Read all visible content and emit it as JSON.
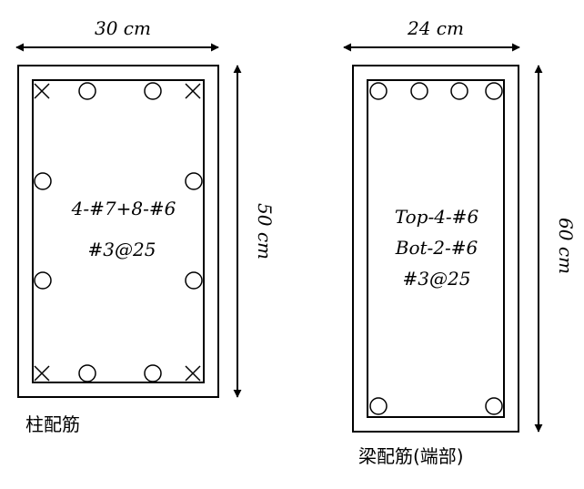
{
  "column": {
    "width_label": "30 cm",
    "height_label": "50 cm",
    "rebar_label": "4-#7+8-#6",
    "stirrup_label": "#3@25",
    "caption": "柱配筋"
  },
  "beam": {
    "width_label": "24 cm",
    "height_label": "60 cm",
    "top_label": "Top-4-#6",
    "bot_label": "Bot-2-#6",
    "stirrup_label": "#3@25",
    "caption": "梁配筋(端部)"
  }
}
